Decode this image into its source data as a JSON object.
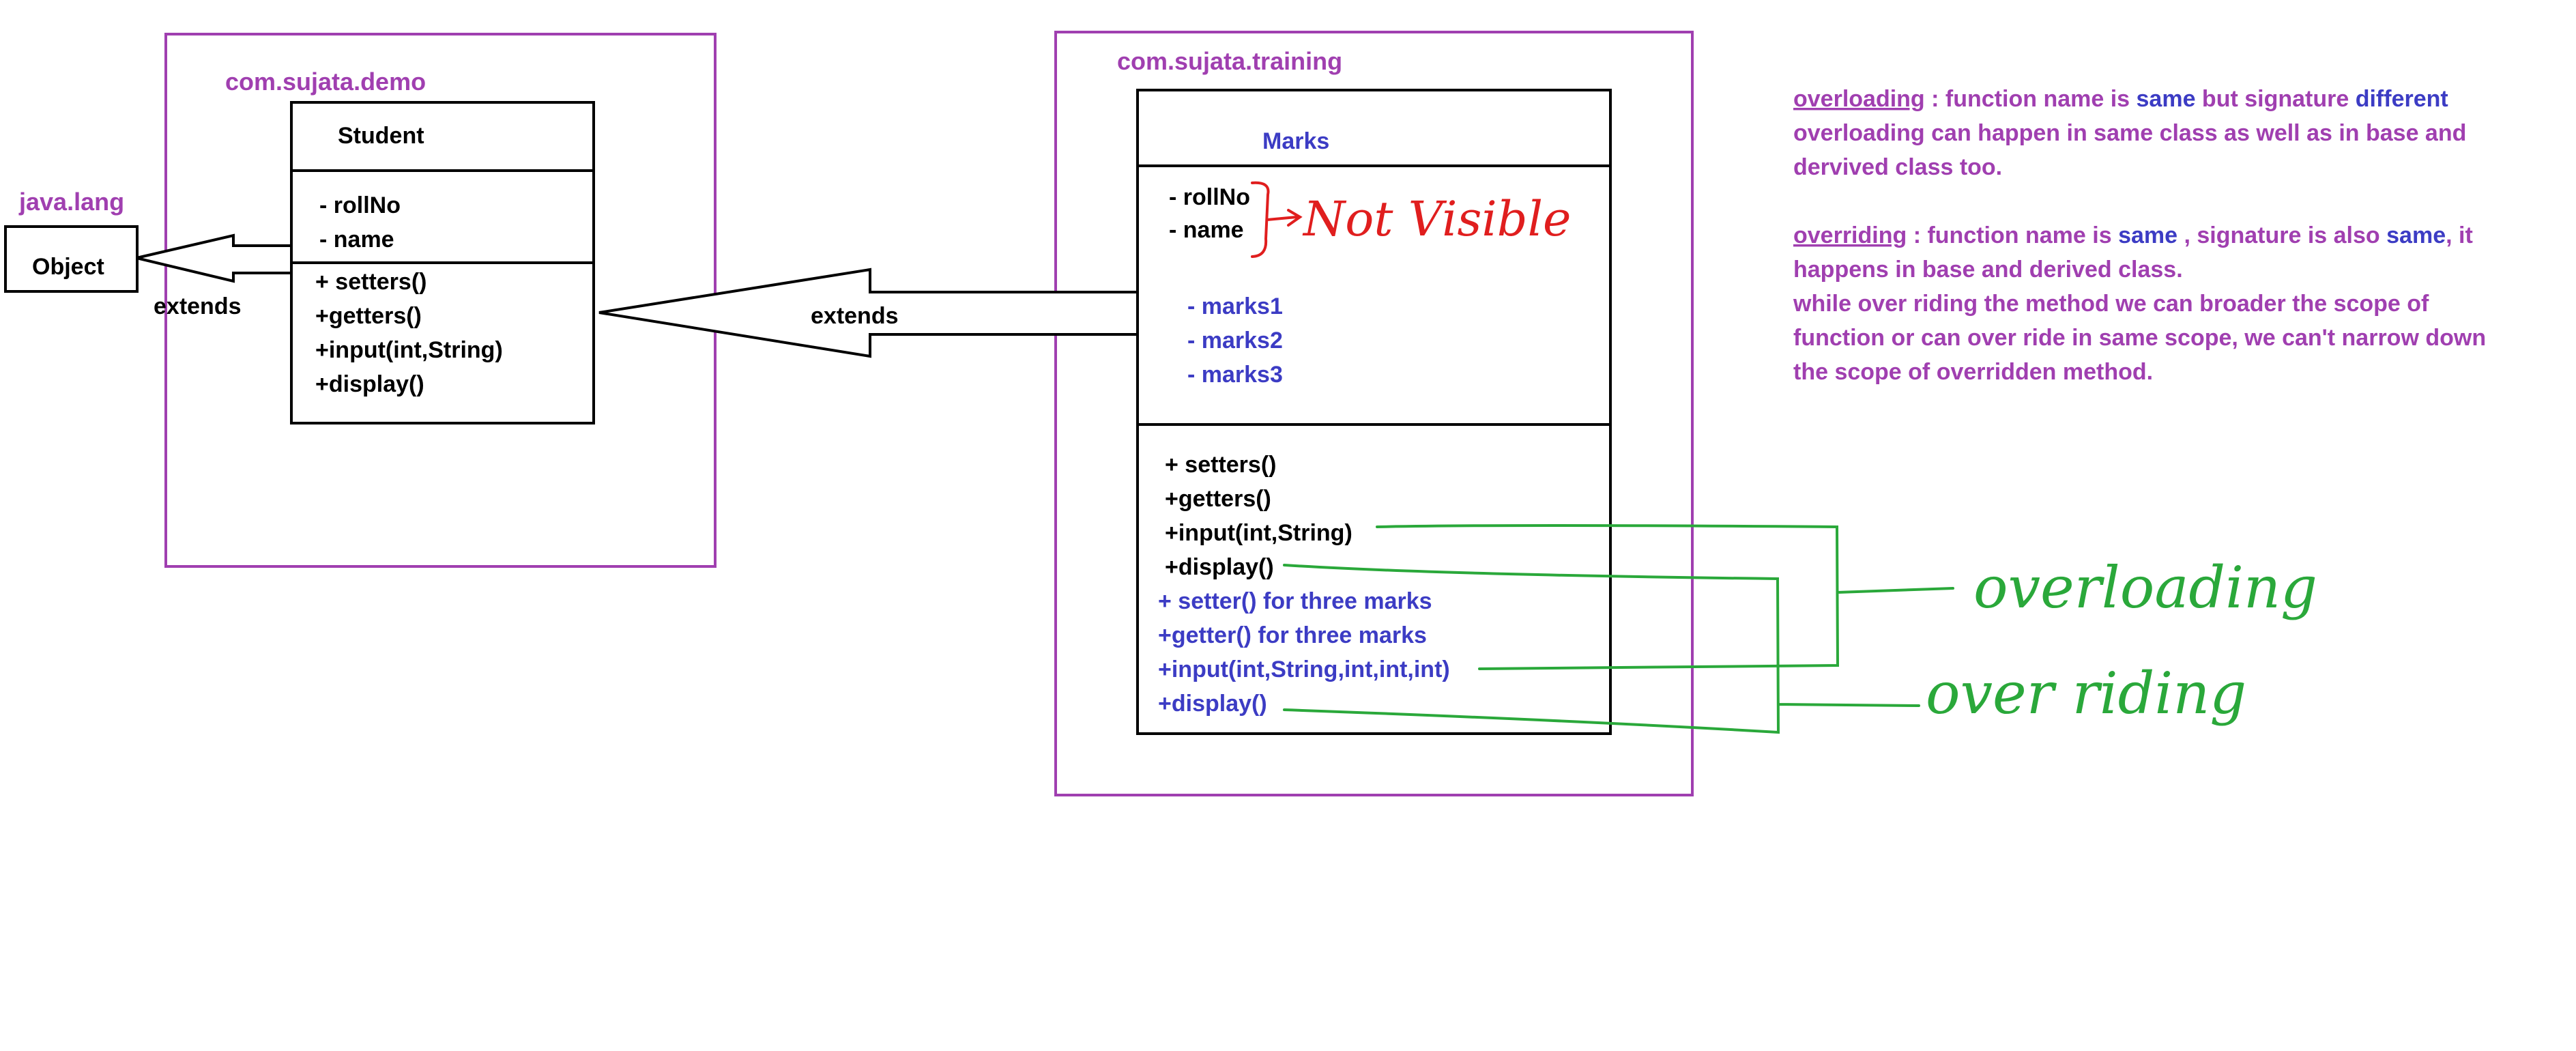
{
  "packages": {
    "demo": "com.sujata.demo",
    "training": "com.sujata.training",
    "lang": "java.lang"
  },
  "object_box": {
    "label": "Object"
  },
  "student": {
    "name": "Student",
    "attributes": [
      "- rollNo",
      "- name"
    ],
    "methods": [
      "+ setters()",
      "+getters()",
      "+input(int,String)",
      "+display()"
    ]
  },
  "marks": {
    "name": "Marks",
    "inherited_attributes": [
      "- rollNo",
      "- name"
    ],
    "attributes": [
      "- marks1",
      "- marks2",
      "- marks3"
    ],
    "inherited_methods": [
      "+ setters()",
      "+getters()",
      "+input(int,String)",
      "+display()"
    ],
    "methods": [
      "+ setter() for three marks",
      "+getter() for three marks",
      "+input(int,String,int,int,int)",
      "+display()"
    ]
  },
  "edges": {
    "student_to_object": "extends",
    "marks_to_student": "extends"
  },
  "annotations": {
    "not_visible": "Not Visible",
    "overloading": "overloading",
    "overriding": "over riding"
  },
  "notes": {
    "overloading": {
      "term": "overloading",
      "text1": " : function name is ",
      "same": "same",
      "text2": " but signature ",
      "different": "different",
      "line2": "overloading can happen in same class as well as in base and",
      "line3": "dervived class too."
    },
    "overriding": {
      "term": "overriding",
      "text1": " : function name is ",
      "same1": "same",
      "text2": " , signature is also ",
      "same2": "same",
      "text3": ", it",
      "line2": "happens in base and derived class.",
      "line3": "while over riding the method we can broader the scope of",
      "line4": "function or can over ride in same scope, we can't narrow down",
      "line5": "the scope of overridden method."
    }
  },
  "colors": {
    "package": "#a03fb0",
    "blue_text": "#3c3cc4",
    "annotation_red": "#e01e1e",
    "annotation_green": "#2aa83a"
  }
}
